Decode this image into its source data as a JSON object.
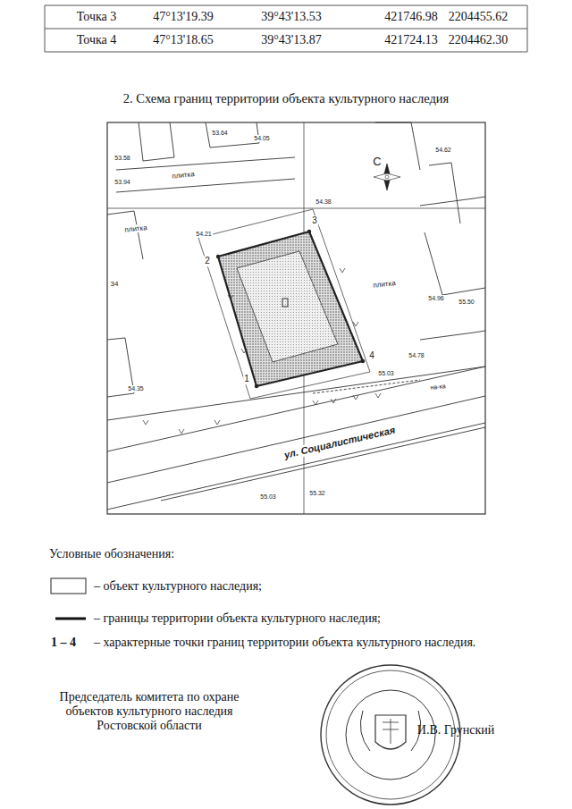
{
  "diagram": {
    "title": "2. Схема границ территории объекта культурного наследия",
    "labels": [
      "Точка 3",
      "47°13'19.39",
      "39°43'13.53",
      "421746.98",
      "2204455.62",
      "Точка 4",
      "47°13'18.65",
      "39°43'13.87",
      "421724.13",
      "2204462.30",
      "53.64",
      "54.05",
      "53.58",
      "53.94",
      "плитка",
      "С",
      "54.62",
      "плитка",
      "54.38",
      "54.21",
      "34",
      "плитка",
      "54.96",
      "55.50",
      "54.35",
      "54.78",
      "55.03",
      "на-ка",
      "ул. Социалистическая",
      "55.03",
      "55.32",
      "1",
      "2",
      "3",
      "4",
      "Условные обозначения:",
      "1 – 4",
      "Председатель комитета по охране объектов культурного наследия Ростовской области",
      "И.В. Грунский"
    ],
    "legend": [
      {
        "text": "– объект культурного наследия;"
      },
      {
        "text": "– границы территории объекта культурного наследия;"
      },
      {
        "text": "– характерные точки границ территории объекта культурного наследия."
      }
    ]
  }
}
